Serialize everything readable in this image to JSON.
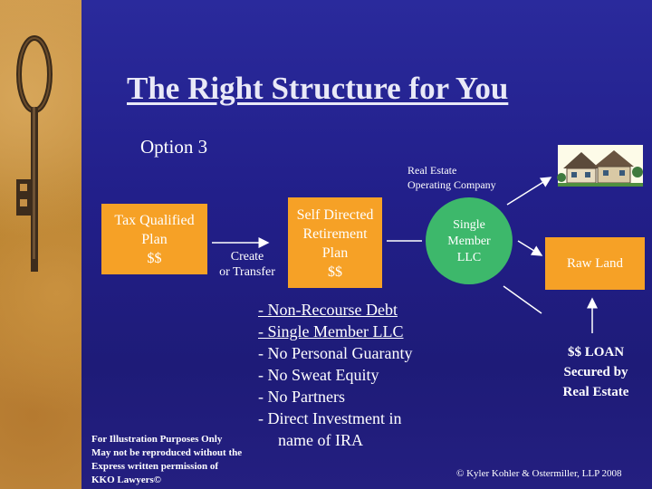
{
  "slide": {
    "title": "The Right Structure for You",
    "option_label": "Option 3",
    "real_estate_company_line1": "Real Estate",
    "real_estate_company_line2": "Operating Company",
    "tax_plan_line1": "Tax Qualified",
    "tax_plan_line2": "Plan",
    "tax_plan_line3": "$$",
    "create_line1": "Create",
    "create_line2": "or Transfer",
    "sdrp_line1": "Self Directed",
    "sdrp_line2": "Retirement",
    "sdrp_line3": "Plan",
    "sdrp_line4": "$$",
    "llc_line1": "Single",
    "llc_line2": "Member",
    "llc_line3": "LLC",
    "raw_land": "Raw Land",
    "features": {
      "item1": "- Non-Recourse Debt",
      "item2": "- Single Member LLC",
      "item3": "- No Personal Guaranty",
      "item4": "- No Sweat Equity",
      "item5": "- No Partners",
      "item6a": "- Direct Investment in",
      "item6b": "name of IRA"
    },
    "loan_line1": "$$ LOAN",
    "loan_line2": "Secured by",
    "loan_line3": "Real Estate",
    "disclaimer_line1": "For Illustration Purposes Only",
    "disclaimer_line2": "May not be reproduced without the",
    "disclaimer_line3": "Express written permission of",
    "disclaimer_line4": "KKO Lawyers©",
    "copyright": "© Kyler Kohler & Ostermiller, LLP 2008"
  },
  "colors": {
    "background": "#221f8a",
    "box_orange": "#f6a126",
    "llc_green": "#3db86b",
    "sidebar": "#c69045"
  },
  "icons": [
    "key-icon",
    "house-icon"
  ]
}
